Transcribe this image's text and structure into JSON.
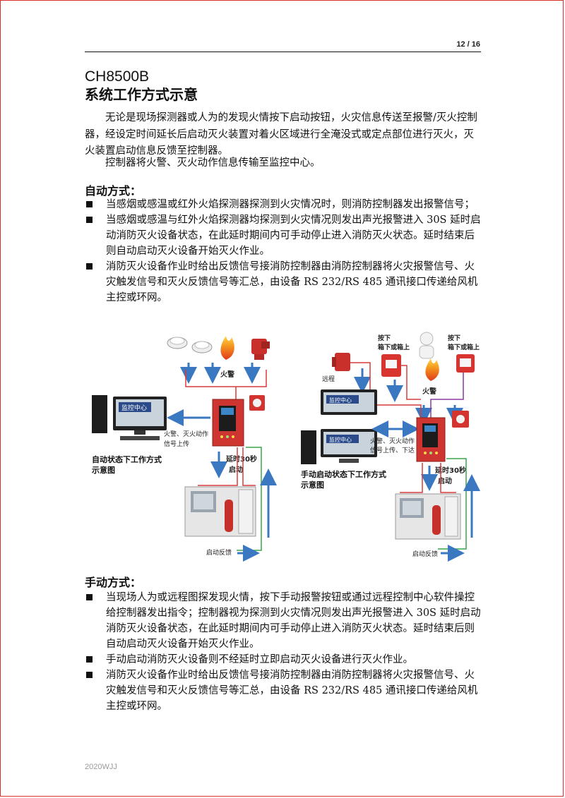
{
  "header": {
    "page_indicator": "12 / 16"
  },
  "doc": {
    "model": "CH8500B",
    "title": "系统工作方式示意",
    "intro_1": "无论是现场探测器或人为的发现火情按下启动按钮，火灾信息传送至报警/灭火控制器，经设定时间延长后启动灭火装置对着火区域进行全淹没式或定点部位进行灭火，灭火装置启动信息反馈至控制器。",
    "intro_2": "控制器将火警、灭火动作信息传输至监控中心。"
  },
  "auto": {
    "heading": "自动方式：",
    "items": [
      "当感烟或感温或红外火焰探测器探测到火灾情况时，则消防控制器发出报警信号；",
      "当感烟或感温与红外火焰探测器均探测到火灾情况则发出声光报警进入 30S 延时启动消防灭火设备状态，在此延时期间内可手动停止进入消防灭火状态。延时结束后则自动启动灭火设备开始灭火作业。",
      "消防灭火设备作业时给出反馈信号接消防控制器由消防控制器将火灾报警信号、火灾触发信号和灭火反馈信号等汇总，由设备 RS 232/RS 485 通讯接口传递给风机主控或环网。"
    ]
  },
  "diagram_left": {
    "fire_label": "火警",
    "screen_text": "监控中心",
    "signal_label_1": "火警、灭火动作",
    "signal_label_2": "信号上传",
    "delay_label_1": "延时30秒",
    "delay_label_2": "启动",
    "caption_1": "自动状态下工作方式",
    "caption_2": "示意图",
    "feedback_label": "启动反馈"
  },
  "diagram_right": {
    "press_label_1": "按下",
    "press_label_2": "箱下或箱上",
    "press_label_3": "按下",
    "press_label_4": "箱下或箱上",
    "fire_label": "火警",
    "remote_label": "远程",
    "screen_text_top": "监控中心",
    "screen_text_bottom": "监控中心",
    "signal_label_1": "火警、灭火动作",
    "signal_label_2": "信号上传、下达",
    "delay_label_1": "延时30秒",
    "delay_label_2": "启动",
    "caption_1": "手动启动状态下工作方式",
    "caption_2": "示意图",
    "feedback_label": "启动反馈"
  },
  "manual": {
    "heading": "手动方式：",
    "items": [
      "当现场人为或远程图探发现火情，按下手动报警按钮或通过远程控制中心软件操控给控制器发出指令；控制器视为探测到火灾情况则发出声光报警进入 30S 延时启动消防灭火设备状态，在此延时期间内可手动停止进入消防灭火状态。延时结束后则自动启动灭火设备开始灭火作业。",
      "手动启动消防灭火设备则不经延时立即启动灭火设备进行灭火作业。",
      "消防灭火设备作业时给出反馈信号接消防控制器由消防控制器将火灾报警信号、火灾触发信号和灭火反馈信号等汇总，由设备 RS 232/RS 485 通讯接口传递给风机主控或环网。"
    ]
  },
  "footer": {
    "text": "2020WJJ"
  },
  "colors": {
    "frame": "#d9302c",
    "arrow_blue": "#3a78c2",
    "wire_red": "#d93a3a",
    "wire_green": "#3aa54a",
    "wire_purple": "#8a3aa0",
    "controller_red": "#cf3530"
  }
}
